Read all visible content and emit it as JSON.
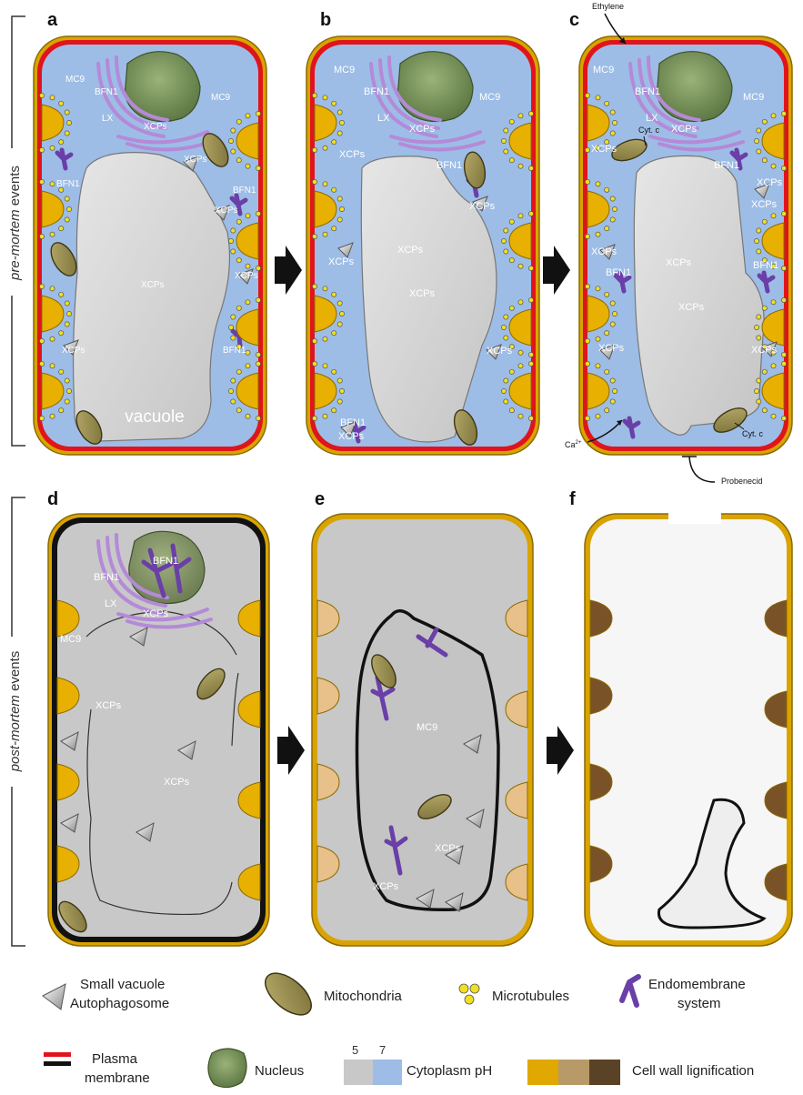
{
  "panels": {
    "a": {
      "label": "a",
      "vacuole": "vacuole",
      "xcps_center": "XCPs",
      "mc9_l": "MC9",
      "mc9_r": "MC9",
      "bfn1_top": "BFN1",
      "lx": "LX",
      "xcps_er": "XCPs",
      "bfn1_l": "BFN1",
      "xcps_r1": "XCPs",
      "bfn1_r": "BFN1",
      "xcps_r2": "XCPs",
      "xcps_r3": "XCPs",
      "bfn1_r2": "BFN1",
      "xcps_l": "XCPs"
    },
    "b": {
      "label": "b",
      "mc9_l": "MC9",
      "mc9_r": "MC9",
      "bfn1_top": "BFN1",
      "lx": "LX",
      "xcps_er": "XCPs",
      "xcps_c1": "XCPs",
      "xcps_c2": "XCPs",
      "bfn1_r": "BFN1",
      "xcps_l1": "XCPs",
      "xcps_r1": "XCPs",
      "xcps_l2": "XCPs",
      "xcps_r2": "XCPs",
      "bfn1_b": "BFN1",
      "xcps_b": "XCPs"
    },
    "c": {
      "label": "c",
      "ethylene": "Ethylene",
      "cytc_top": "Cyt. c",
      "cytc_bottom": "Cyt. c",
      "ca": "Ca",
      "ca_sup": "2+",
      "probenecid": "Probenecid",
      "mc9_l": "MC9",
      "mc9_r": "MC9",
      "bfn1_top": "BFN1",
      "lx": "LX",
      "xcps_er": "XCPs",
      "xcps_l1": "XCPs",
      "bfn1_r": "BFN1",
      "xcps_r1": "XCPs",
      "xcps_r2": "XCPs",
      "xcps_c1": "XCPs",
      "xcps_c2": "XCPs",
      "xcps_l2": "XCPs",
      "bfn1_l": "BFN1",
      "bfn1_r2": "BFN1",
      "xcps_l3": "XCPs",
      "xcps_r3": "XCPs"
    },
    "d": {
      "label": "d",
      "bfn1_nuc": "BFN1",
      "bfn1_er": "BFN1",
      "lx": "LX",
      "xcps_er": "XCPs",
      "mc9": "MC9",
      "xcps_1": "XCPs",
      "xcps_2": "XCPs"
    },
    "e": {
      "label": "e",
      "mc9": "MC9",
      "xcps_1": "XCPs",
      "xcps_2": "XCPs"
    },
    "f": {
      "label": "f"
    }
  },
  "side_labels": {
    "pre_italic": "pre-mortem",
    "pre_rest": " events",
    "post_italic": "post-mortem",
    "post_rest": " events"
  },
  "legend": {
    "small_vacuole_1": "Small vacuole",
    "small_vacuole_2": "Autophagosome",
    "mitochondria": "Mitochondria",
    "microtubules": "Microtubules",
    "endomembrane_1": "Endomembrane",
    "endomembrane_2": "system",
    "plasma_1": "Plasma",
    "plasma_2": "membrane",
    "nucleus": "Nucleus",
    "ph_5": "5",
    "ph_7": "7",
    "cytoplasm_ph": "Cytoplasm pH",
    "cell_wall": "Cell wall lignification"
  },
  "colors": {
    "cytoplasm_ph7": "#9dbde6",
    "cytoplasm_ph5": "#c8c8c8",
    "plasma_membrane": "#e0141c",
    "cell_wall": "#d9a400",
    "lignin_mid": "#d9b27a",
    "lignin_dark": "#6b4a22",
    "vacuole": "#d4d4d4",
    "endomembrane": "#7a52b0",
    "er": "#b48ad8",
    "nucleus": "#7f9a5e",
    "microtubule": "#f0e020",
    "mitochondria": "#8a7f45"
  }
}
